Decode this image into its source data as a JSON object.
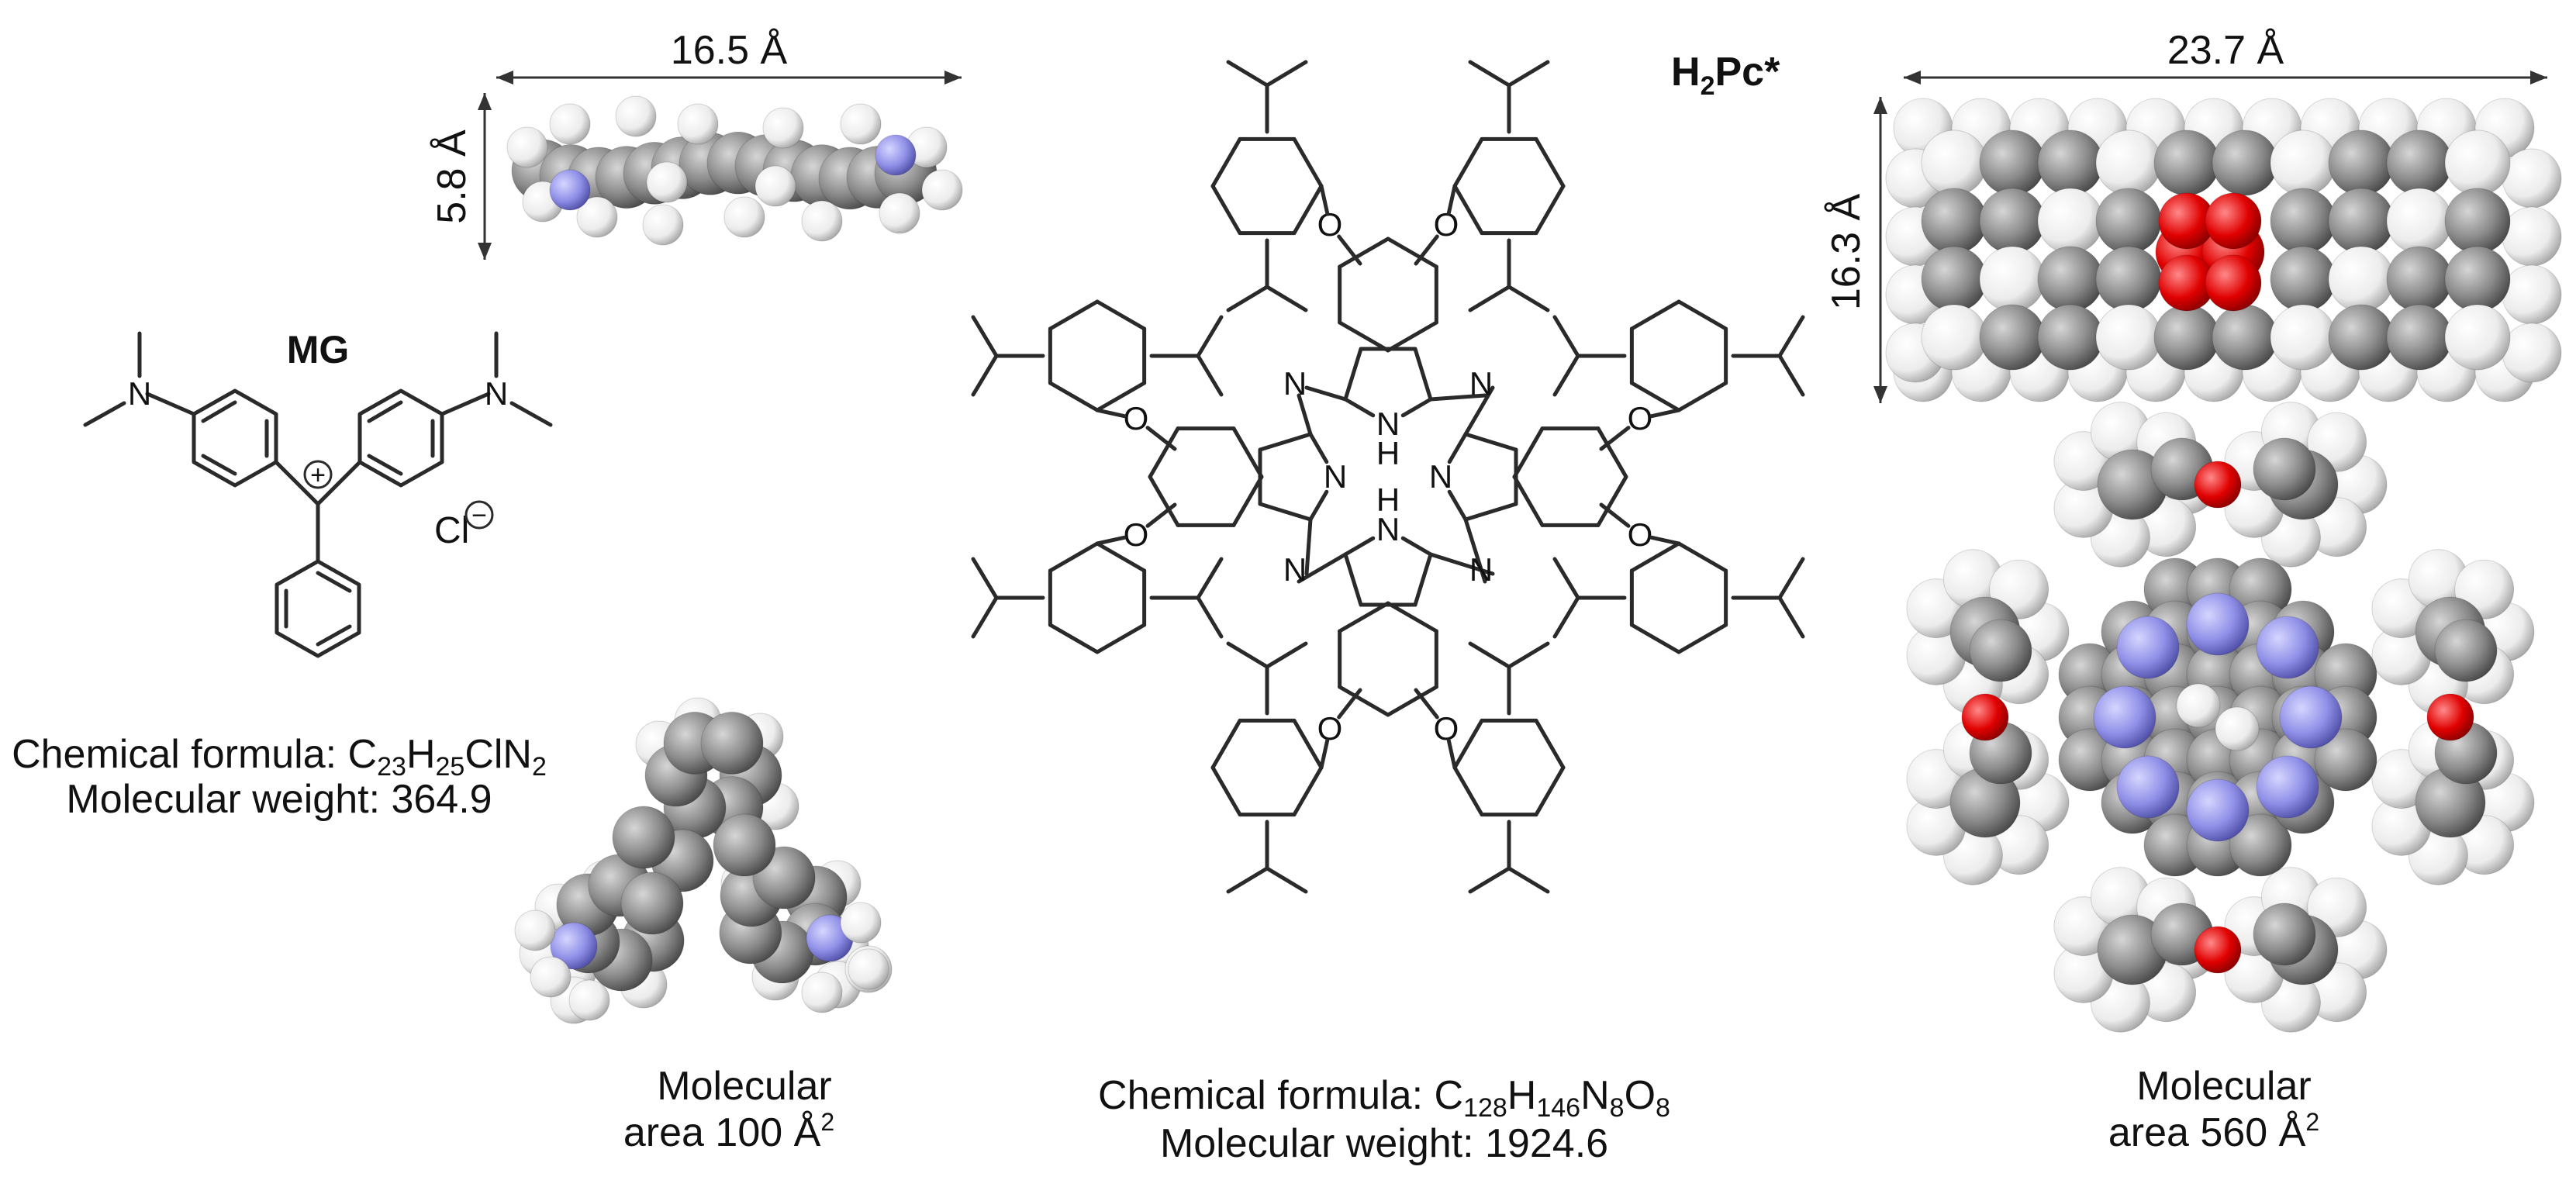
{
  "mg": {
    "name": "MG",
    "dim_width": "16.5 Å",
    "dim_height": "5.8 Å",
    "formula_prefix": "Chemical formula: ",
    "formula": [
      [
        "C",
        "23"
      ],
      [
        "H",
        "25"
      ],
      [
        "ClN",
        "2"
      ]
    ],
    "weight": "Molecular weight: 364.9",
    "area_line1": "Molecular",
    "area_line2": "area 100 Å",
    "area_sup": "2",
    "charge_plus": "+",
    "counter_ion": "Cl",
    "charge_minus": "−",
    "amine_label": "N"
  },
  "pc": {
    "name_main": "H",
    "name_sub": "2",
    "name_rest": "Pc*",
    "formula_prefix": "Chemical formula: ",
    "formula": [
      [
        "C",
        "128"
      ],
      [
        "H",
        "146"
      ],
      [
        "N",
        "8"
      ],
      [
        "O",
        "8"
      ]
    ],
    "weight": "Molecular weight: 1924.6",
    "dim_width": "23.7 Å",
    "dim_height": "16.3 Å",
    "area_line1": "Molecular",
    "area_line2": "area 560 Å",
    "area_sup": "2",
    "atom_N": "N",
    "atom_O": "O",
    "atom_H": "H"
  },
  "colors": {
    "carbon": "#8a8a8a",
    "hydrogen": "#f2f2f2",
    "nitrogen": "#8f8fe8",
    "oxygen": "#e00000",
    "bond": "#2a2a2a"
  }
}
